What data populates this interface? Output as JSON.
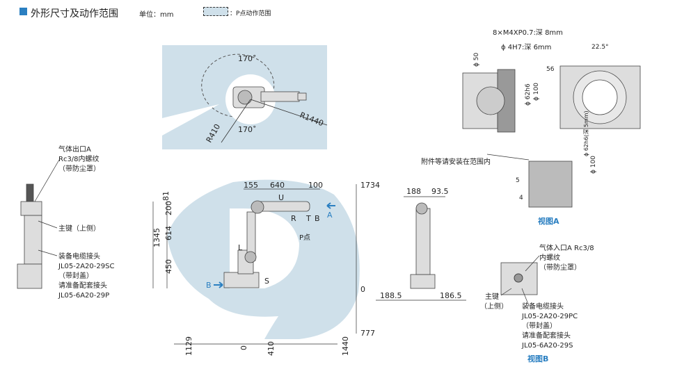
{
  "header": {
    "section_title": "外形尺寸及动作范围",
    "unit_label": "单位：mm",
    "legend_label": "：P点动作范围"
  },
  "top_view": {
    "angle_top": "170˚",
    "angle_bottom": "170˚",
    "r_inner": "R410",
    "r_outer": "R1440"
  },
  "side_view": {
    "dims_top": [
      "155",
      "640",
      "100"
    ],
    "dims_left": [
      "81",
      "200",
      "614",
      "450"
    ],
    "dim_total_left": "1345",
    "dim_1734": "1734",
    "dim_0_right": "0",
    "dim_777": "777",
    "dims_bottom": [
      "1129",
      "0",
      "410",
      "1440"
    ],
    "axes": [
      "U",
      "R",
      "T",
      "B",
      "L",
      "S"
    ],
    "label_a": "A",
    "label_b": "B",
    "p_point": "P点"
  },
  "front_view": {
    "dim_188": "188",
    "dim_93_5": "93.5",
    "dim_188_5": "188.5",
    "dim_186_5": "186.5"
  },
  "left_notes": {
    "gas_outlet": [
      "气体出口A",
      "Rc3/8内螺纹",
      "（带防尘罩）"
    ],
    "main_key": "主键（上侧）",
    "cable_connector": [
      "装备电缆接头",
      "JL05-2A20-29SC",
      "（带封盖）",
      "请准备配套接头",
      "JL05-6A20-29P"
    ]
  },
  "view_a": {
    "note_tap": "8×M4XP0.7:深 8mm",
    "note_hole": "ϕ 4H7:深 6mm",
    "angle": "22.5°",
    "dim_56": "56",
    "dim_phi50": "ϕ 50",
    "dim_phi62h6": "ϕ 62h6",
    "dim_phi100": "ϕ 100",
    "dim_phi62h6_deep": "ϕ 62h6(深 5mm)",
    "dim_phi100_b": "ϕ 100",
    "dim_5": "5",
    "dim_4": "4",
    "accessory_note": "附件等请安装在范围内",
    "caption": "视图A"
  },
  "view_b": {
    "gas_inlet": [
      "气体入口A Rc3/8",
      "内螺纹",
      "（带防尘罩）"
    ],
    "main_key": [
      "主键",
      "（上侧）"
    ],
    "cable_connector": [
      "装备电缆接头",
      "JL05-2A20-29PC",
      "（带封盖）",
      "请准备配套接头",
      "JL05-6A20-29S"
    ],
    "caption": "视图B"
  },
  "colors": {
    "range_fill": "#cfe0ea",
    "accent": "#2a7fc1",
    "line": "#333333"
  }
}
